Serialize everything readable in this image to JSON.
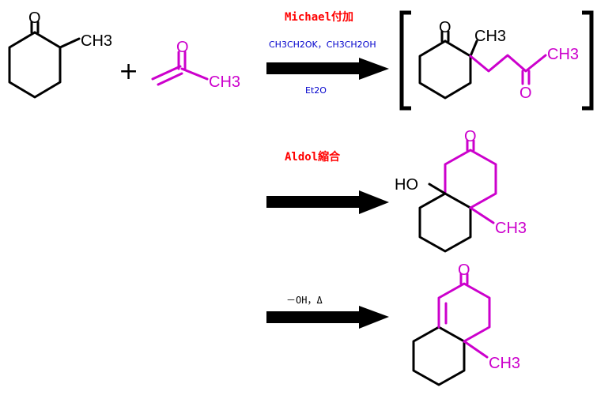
{
  "colors": {
    "skeleton": "#000000",
    "new_atoms": "#cc00cc",
    "reaction_name": "#ff0000",
    "reagent": "#0000cc",
    "condition": "#000000"
  },
  "reactant_1": {
    "carbonyl": "O",
    "methyl": "CH3"
  },
  "plus_sign": "+",
  "reactant_2": {
    "carbonyl": "O",
    "methyl": "CH3"
  },
  "step_1": {
    "name": "Michael付加",
    "reagents": "CH3CH2OK，CH3CH2OH",
    "solvent": "Et2O",
    "product": {
      "ring_carbonyl": "O",
      "methyl": "CH3",
      "chain_carbonyl": "O",
      "chain_methyl": "CH3"
    }
  },
  "step_2": {
    "name": "Aldol縮合",
    "product": {
      "ring_carbonyl": "O",
      "hydroxyl": "HO",
      "methyl": "CH3"
    }
  },
  "step_3": {
    "conditions": "－OH，Δ",
    "product": {
      "ring_carbonyl": "O",
      "methyl": "CH3"
    }
  }
}
